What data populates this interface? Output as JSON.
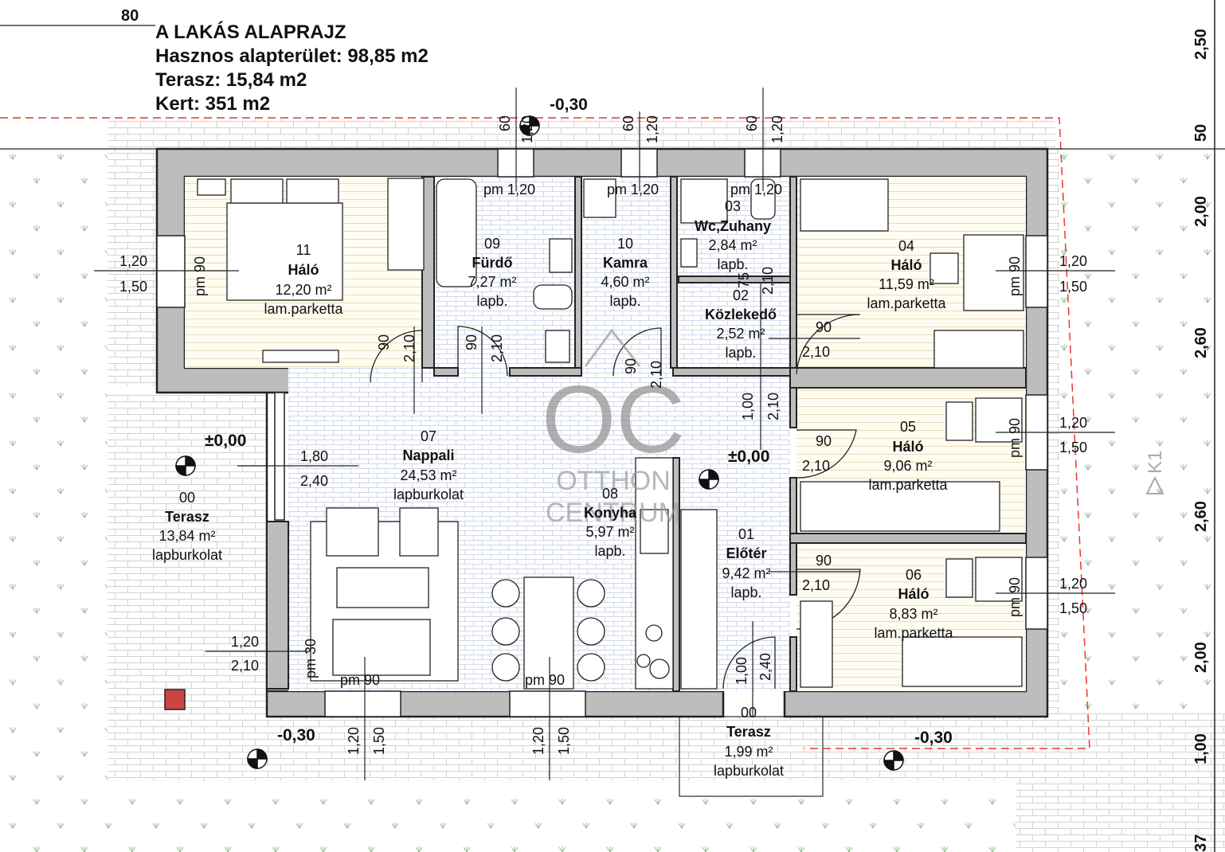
{
  "header": {
    "title": "A LAKÁS ALAPRAJZ",
    "usable_area": "Hasznos alapterület: 98,85 m2",
    "terrace": "Terasz:  15,84 m2",
    "garden": "Kert: 351 m2",
    "top_dim": "80"
  },
  "watermark": {
    "logo": "OC",
    "line1": "OTTHON",
    "line2": "CENTRUM"
  },
  "rooms": {
    "r11": {
      "num": "11",
      "name": "Háló",
      "area": "12,20 m²",
      "floor": "lam.parketta"
    },
    "r09": {
      "num": "09",
      "name": "Fürdő",
      "area": "7,27 m²",
      "floor": "lapb."
    },
    "r10": {
      "num": "10",
      "name": "Kamra",
      "area": "4,60 m²",
      "floor": "lapb."
    },
    "r03": {
      "num": "03",
      "name": "Wc,Zuhany",
      "area": "2,84 m²",
      "floor": "lapb."
    },
    "r04": {
      "num": "04",
      "name": "Háló",
      "area": "11,59 m²",
      "floor": "lam.parketta"
    },
    "r02": {
      "num": "02",
      "name": "Közlekedő",
      "area": "2,52 m²",
      "floor": "lapb."
    },
    "r07": {
      "num": "07",
      "name": "Nappali",
      "area": "24,53 m²",
      "floor": "lapburkolat"
    },
    "r08": {
      "num": "08",
      "name": "Konyha",
      "area": "5,97 m²",
      "floor": "lapb."
    },
    "r05": {
      "num": "05",
      "name": "Háló",
      "area": "9,06 m²",
      "floor": "lam.parketta"
    },
    "r01": {
      "num": "01",
      "name": "Előtér",
      "area": "9,42 m²",
      "floor": "lapb."
    },
    "r06": {
      "num": "06",
      "name": "Háló",
      "area": "8,83 m²",
      "floor": "lam.parketta"
    },
    "r00a": {
      "num": "00",
      "name": "Terasz",
      "area": "13,84 m²",
      "floor": "lapburkolat"
    },
    "r00b": {
      "num": "00",
      "name": "Terasz",
      "area": "1,99 m²",
      "floor": "lapburkolat"
    }
  },
  "levels": {
    "top": "-0,30",
    "terrace": "±0,00",
    "hall": "±0,00",
    "bottom_left": "-0,30",
    "bottom_right": "-0,30"
  },
  "dims": {
    "d60": "60",
    "d120": "1,20",
    "d150": "1,50",
    "d90": "90",
    "d210": "2,10",
    "d100": "1,00",
    "d180": "1,80",
    "d240": "2,40",
    "d30": "30",
    "d75": "75",
    "pm120": "pm 1,20",
    "pm90": "pm 90",
    "pm90v": "pm 90",
    "pm30": "pm 30"
  },
  "right_dims": {
    "a": "2,50",
    "b": "50",
    "c": "2,00",
    "d": "2,60",
    "e": "2,60",
    "f": "2,00",
    "g": "1,00",
    "h": "37"
  },
  "section_mark": "K1"
}
